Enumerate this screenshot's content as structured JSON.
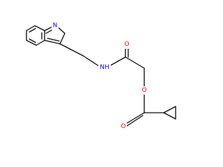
{
  "molecule": {
    "atom_labels": {
      "ring_nitrogen": "N",
      "amide_nitrogen": "NH",
      "amide_oxygen": "O",
      "ester_oxygen": "O",
      "carbonyl_oxygen": "O"
    },
    "colors": {
      "bond": "#000000",
      "nitrogen": "#0000ff",
      "oxygen": "#ff0000",
      "background": "#ffffff"
    }
  }
}
